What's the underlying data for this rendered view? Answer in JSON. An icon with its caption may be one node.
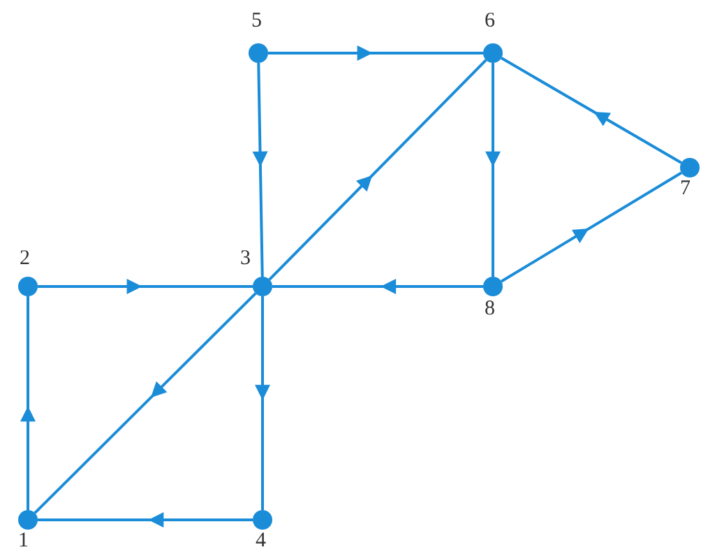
{
  "diagram": {
    "nodes": [
      {
        "text": [],
        "shape": "circle",
        "beside": [
          "1"
        ]
      },
      {
        "text": [],
        "shape": "circle",
        "beside": [
          "2"
        ]
      },
      {
        "text": [],
        "shape": "circle",
        "beside": [
          "3"
        ]
      },
      {
        "text": [],
        "shape": "circle",
        "beside": [
          "4"
        ]
      },
      {
        "text": [],
        "shape": "circle",
        "beside": [
          "5"
        ]
      },
      {
        "text": [],
        "shape": "circle",
        "beside": [
          "6"
        ]
      },
      {
        "text": [],
        "shape": "circle",
        "beside": [
          "7"
        ]
      },
      {
        "text": [],
        "shape": "circle",
        "beside": [
          "8"
        ]
      }
    ],
    "edges": [
      {
        "from": 0,
        "to": 1,
        "arrow": "to"
      },
      {
        "from": 1,
        "to": 2,
        "arrow": "to"
      },
      {
        "from": 4,
        "to": 5,
        "arrow": "to"
      },
      {
        "from": 4,
        "to": 2,
        "arrow": "to"
      },
      {
        "from": 2,
        "to": 5,
        "arrow": "to"
      },
      {
        "from": 2,
        "to": 0,
        "arrow": "to"
      },
      {
        "from": 2,
        "to": 3,
        "arrow": "to"
      },
      {
        "from": 3,
        "to": 0,
        "arrow": "to"
      },
      {
        "from": 7,
        "to": 2,
        "arrow": "to"
      },
      {
        "from": 5,
        "to": 7,
        "arrow": "to"
      },
      {
        "from": 6,
        "to": 5,
        "arrow": "to"
      },
      {
        "from": 7,
        "to": 6,
        "arrow": "to"
      }
    ]
  }
}
